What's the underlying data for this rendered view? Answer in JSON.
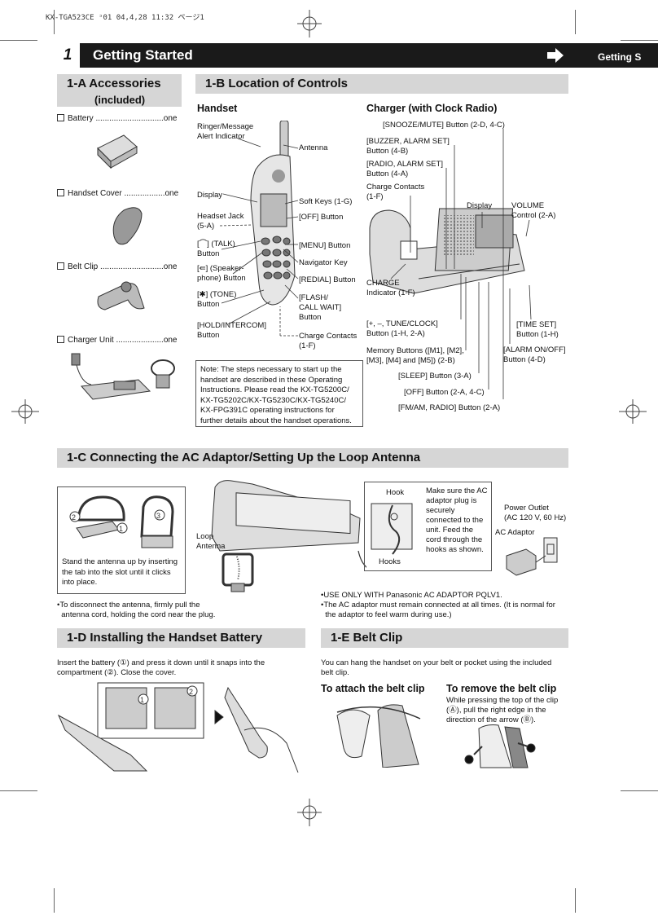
{
  "print_header": "KX-TGA523CE ᵓ01 04,4,28 11:32 ページ1",
  "chapter": {
    "number": "1",
    "title": "Getting Started",
    "next_label": "Getting S"
  },
  "accessories": {
    "title": "1-A  Accessories",
    "subtitle": "(included)",
    "items": [
      {
        "label": "Battery ..............................one"
      },
      {
        "label": "Handset Cover ..................one"
      },
      {
        "label": "Belt Clip ............................one"
      },
      {
        "label": "Charger Unit .....................one"
      }
    ]
  },
  "controls": {
    "title": "1-B  Location of Controls",
    "handset_heading": "Handset",
    "charger_heading": "Charger (with Clock Radio)",
    "handset_labels": {
      "ringer": "Ringer/Message\nAlert Indicator",
      "antenna": "Antenna",
      "display": "Display",
      "softkeys": "Soft Keys (1-G)",
      "headset_jack": "Headset Jack\n(5-A)",
      "off": "[OFF] Button",
      "talk": "[⌒] (TALK)\nButton",
      "menu": "[MENU] Button",
      "speaker": "[⇚] (Speaker-\nphone) Button",
      "navigator": "Navigator Key",
      "redial": "[REDIAL] Button",
      "tone": "[✱] (TONE)\nButton",
      "flash": "[FLASH/\nCALL WAIT]\nButton",
      "hold": "[HOLD/INTERCOM]\nButton",
      "charge_contacts": "Charge Contacts\n(1-F)"
    },
    "charger_labels": {
      "snooze": "[SNOOZE/MUTE] Button (2-D, 4-C)",
      "buzzer": "[BUZZER, ALARM SET]\nButton (4-B)",
      "radio": "[RADIO, ALARM SET]\nButton (4-A)",
      "contacts": "Charge Contacts\n(1-F)",
      "display": "Display",
      "volume": "VOLUME\nControl (2-A)",
      "charge_ind": "CHARGE\nIndicator (1-F)",
      "tune": "[+, –, TUNE/CLOCK]\nButton (1-H, 2-A)",
      "time_set": "[TIME SET]\nButton (1-H)",
      "memory": "Memory Buttons ([M1], [M2],\n[M3], [M4] and [M5]) (2-B)",
      "alarm": "[ALARM ON/OFF]\nButton (4-D)",
      "sleep": "[SLEEP] Button (3-A)",
      "off": "[OFF] Button (2-A, 4-C)",
      "fm": "[FM/AM, RADIO] Button (2-A)"
    },
    "note": "Note: The steps necessary to start up the handset are described in these Operating Instructions. Please read the KX-TG5200C/ KX-TG5202C/KX-TG5230C/KX-TG5240C/ KX-FPG391C operating instructions for further details about the handset operations."
  },
  "connect": {
    "title": "1-C  Connecting the AC Adaptor/Setting Up the Loop Antenna",
    "antenna_caption": "Stand the antenna up by inserting the tab into the slot until it clicks into place.",
    "loop_label": "Loop\nAntenna",
    "hook_label": "Hook",
    "hooks_label": "Hooks",
    "hook_text": "Make sure the AC adaptor plug is securely connected to the unit. Feed the cord through the hooks as shown.",
    "outlet_label": "Power Outlet\n(AC 120 V, 60 Hz)",
    "adaptor_label": "AC Adaptor",
    "disconnect": "•To disconnect the antenna, firmly pull the\n  antenna cord, holding the cord near the plug.",
    "use_only": "•USE ONLY WITH Panasonic AC ADAPTOR PQLV1.",
    "remain": "•The AC adaptor must remain connected at all times. (It is normal for\n  the adaptor to feel warm during use.)"
  },
  "battery": {
    "title": "1-D  Installing the Handset Battery",
    "text": "Insert the battery (①) and press it down until it snaps into the compartment (②). Close the cover."
  },
  "beltclip": {
    "title": "1-E  Belt Clip",
    "text": "You can hang the handset on your belt or pocket using the included belt clip.",
    "attach_heading": "To attach the belt clip",
    "remove_heading": "To remove the belt clip",
    "remove_text": "While pressing the top of the clip (Ⓐ), pull the right edge in the direction of the arrow (Ⓑ)."
  }
}
